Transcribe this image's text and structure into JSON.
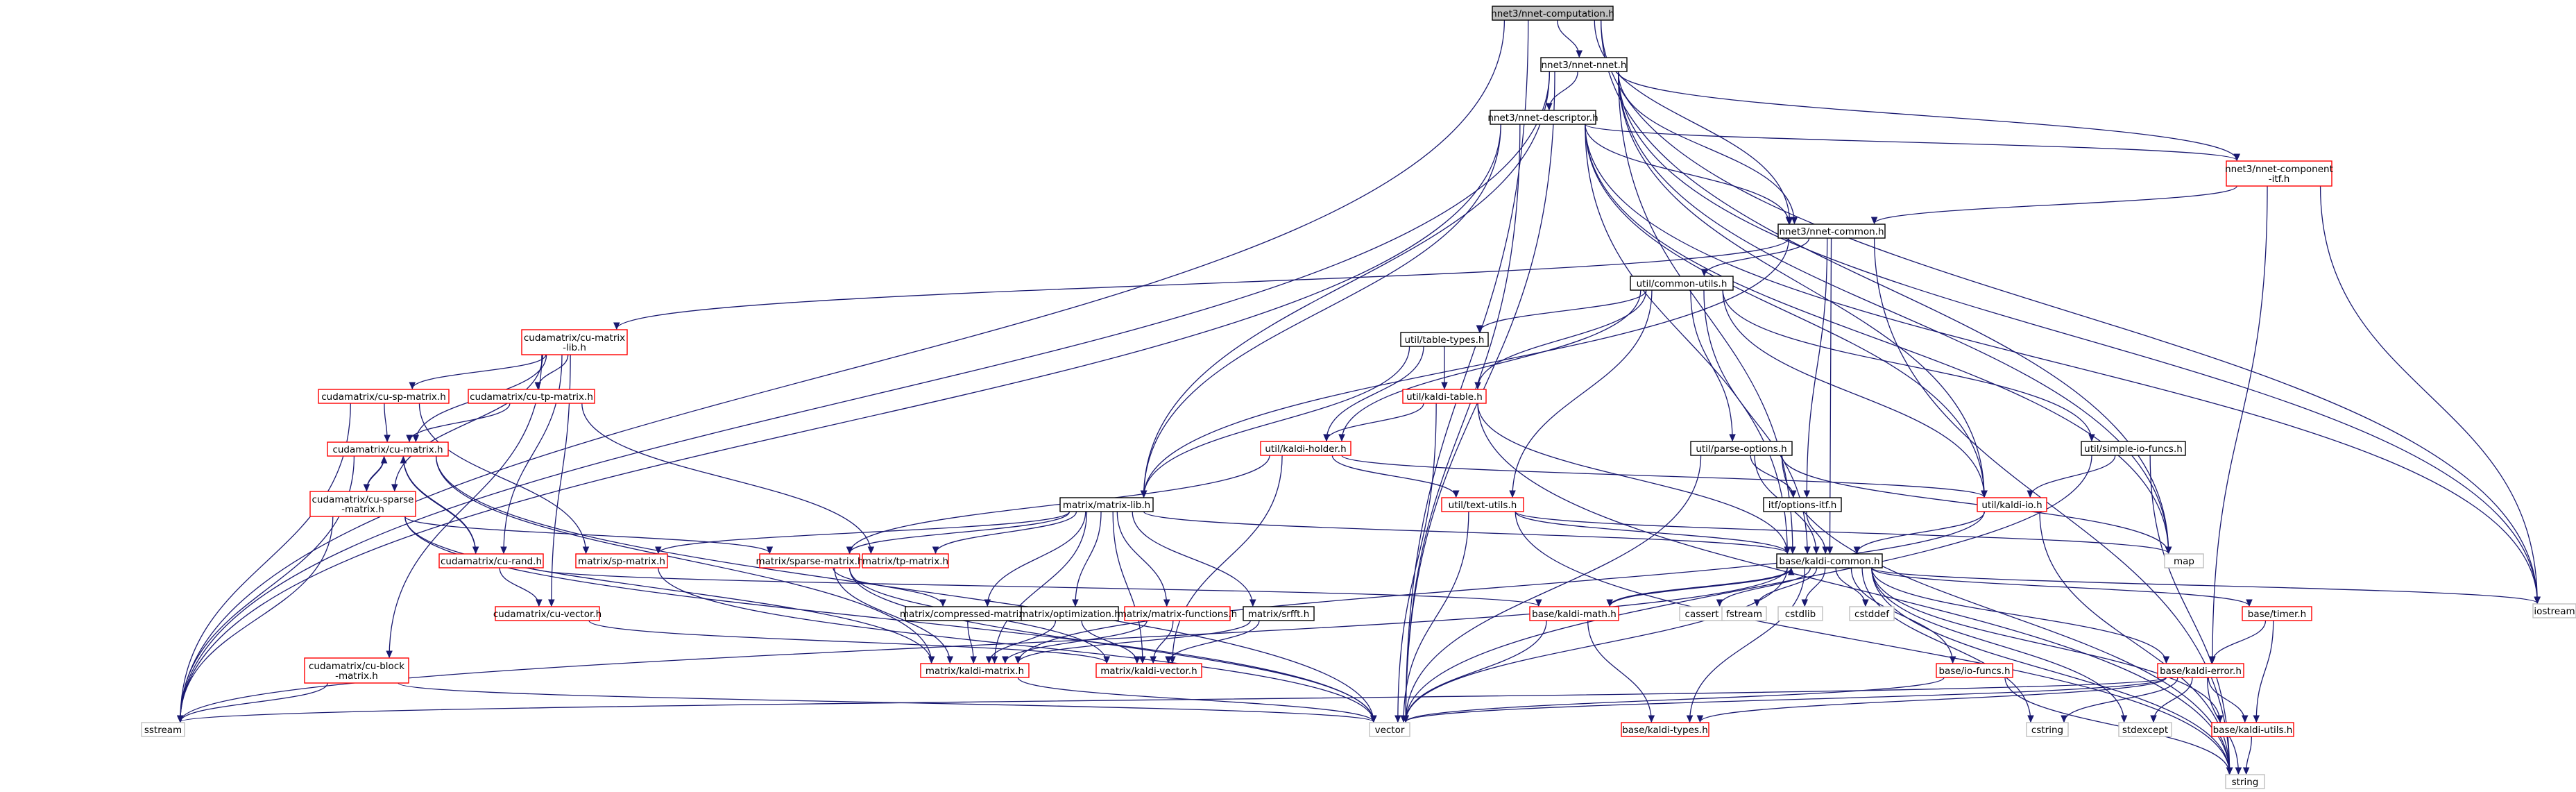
{
  "colors": {
    "edge": "#191970",
    "border_default": "#000000",
    "border_red": "#ff0000",
    "border_gray": "#bfbfbf",
    "fill_root": "#bfbfbf",
    "fill_default": "#ffffff"
  },
  "nodes": [
    {
      "id": "n_comp",
      "style": "root",
      "lines": [
        "nnet3/nnet-computation.h"
      ]
    },
    {
      "id": "n_nnet",
      "style": "black",
      "lines": [
        "nnet3/nnet-nnet.h"
      ]
    },
    {
      "id": "n_desc",
      "style": "black",
      "lines": [
        "nnet3/nnet-descriptor.h"
      ]
    },
    {
      "id": "n_compitf",
      "style": "red",
      "lines": [
        "nnet3/nnet-component",
        "-itf.h"
      ]
    },
    {
      "id": "n_common",
      "style": "black",
      "lines": [
        "nnet3/nnet-common.h"
      ]
    },
    {
      "id": "u_common",
      "style": "black",
      "lines": [
        "util/common-utils.h"
      ]
    },
    {
      "id": "c_culib",
      "style": "red",
      "lines": [
        "cudamatrix/cu-matrix",
        "-lib.h"
      ]
    },
    {
      "id": "u_table",
      "style": "black",
      "lines": [
        "util/table-types.h"
      ]
    },
    {
      "id": "u_ktable",
      "style": "red",
      "lines": [
        "util/kaldi-table.h"
      ]
    },
    {
      "id": "c_cusp",
      "style": "red",
      "lines": [
        "cudamatrix/cu-sp-matrix.h"
      ]
    },
    {
      "id": "c_cutp",
      "style": "red",
      "lines": [
        "cudamatrix/cu-tp-matrix.h"
      ]
    },
    {
      "id": "c_cumat",
      "style": "red",
      "lines": [
        "cudamatrix/cu-matrix.h"
      ]
    },
    {
      "id": "u_holder",
      "style": "red",
      "lines": [
        "util/kaldi-holder.h"
      ]
    },
    {
      "id": "u_parse",
      "style": "black",
      "lines": [
        "util/parse-options.h"
      ]
    },
    {
      "id": "u_simple",
      "style": "black",
      "lines": [
        "util/simple-io-funcs.h"
      ]
    },
    {
      "id": "c_cusparse",
      "style": "red",
      "lines": [
        "cudamatrix/cu-sparse",
        "-matrix.h"
      ]
    },
    {
      "id": "m_lib",
      "style": "black",
      "lines": [
        "matrix/matrix-lib.h"
      ]
    },
    {
      "id": "u_text",
      "style": "red",
      "lines": [
        "util/text-utils.h"
      ]
    },
    {
      "id": "i_opt",
      "style": "black",
      "lines": [
        "itf/options-itf.h"
      ]
    },
    {
      "id": "u_kio",
      "style": "red",
      "lines": [
        "util/kaldi-io.h"
      ]
    },
    {
      "id": "s_map",
      "style": "gray",
      "lines": [
        "map"
      ]
    },
    {
      "id": "c_curand",
      "style": "red",
      "lines": [
        "cudamatrix/cu-rand.h"
      ]
    },
    {
      "id": "m_sp",
      "style": "red",
      "lines": [
        "matrix/sp-matrix.h"
      ]
    },
    {
      "id": "m_sparse",
      "style": "red",
      "lines": [
        "matrix/sparse-matrix.h"
      ]
    },
    {
      "id": "m_tp",
      "style": "red",
      "lines": [
        "matrix/tp-matrix.h"
      ]
    },
    {
      "id": "b_common",
      "style": "black",
      "lines": [
        "base/kaldi-common.h"
      ]
    },
    {
      "id": "s_iostream",
      "style": "gray",
      "lines": [
        "iostream"
      ]
    },
    {
      "id": "c_cuvec",
      "style": "red",
      "lines": [
        "cudamatrix/cu-vector.h"
      ]
    },
    {
      "id": "m_compr",
      "style": "black",
      "lines": [
        "matrix/compressed-matrix.h"
      ]
    },
    {
      "id": "m_optim",
      "style": "black",
      "lines": [
        "matrix/optimization.h"
      ]
    },
    {
      "id": "m_func",
      "style": "red",
      "lines": [
        "matrix/matrix-functions.h"
      ]
    },
    {
      "id": "m_srfft",
      "style": "black",
      "lines": [
        "matrix/srfft.h"
      ]
    },
    {
      "id": "b_math",
      "style": "red",
      "lines": [
        "base/kaldi-math.h"
      ]
    },
    {
      "id": "s_cassert",
      "style": "gray",
      "lines": [
        "cassert"
      ]
    },
    {
      "id": "s_fstream",
      "style": "gray",
      "lines": [
        "fstream"
      ]
    },
    {
      "id": "s_cstdlib",
      "style": "gray",
      "lines": [
        "cstdlib"
      ]
    },
    {
      "id": "s_cstddef",
      "style": "gray",
      "lines": [
        "cstddef"
      ]
    },
    {
      "id": "b_timer",
      "style": "red",
      "lines": [
        "base/timer.h"
      ]
    },
    {
      "id": "c_cublock",
      "style": "red",
      "lines": [
        "cudamatrix/cu-block",
        "-matrix.h"
      ]
    },
    {
      "id": "m_kmat",
      "style": "red",
      "lines": [
        "matrix/kaldi-matrix.h"
      ]
    },
    {
      "id": "m_kvec",
      "style": "red",
      "lines": [
        "matrix/kaldi-vector.h"
      ]
    },
    {
      "id": "b_iofuncs",
      "style": "red",
      "lines": [
        "base/io-funcs.h"
      ]
    },
    {
      "id": "b_error",
      "style": "red",
      "lines": [
        "base/kaldi-error.h"
      ]
    },
    {
      "id": "s_sstream",
      "style": "gray",
      "lines": [
        "sstream"
      ]
    },
    {
      "id": "s_vector",
      "style": "gray",
      "lines": [
        "vector"
      ]
    },
    {
      "id": "b_types",
      "style": "red",
      "lines": [
        "base/kaldi-types.h"
      ]
    },
    {
      "id": "s_cstring",
      "style": "gray",
      "lines": [
        "cstring"
      ]
    },
    {
      "id": "s_stdexcept",
      "style": "gray",
      "lines": [
        "stdexcept"
      ]
    },
    {
      "id": "b_utils",
      "style": "red",
      "lines": [
        "base/kaldi-utils.h"
      ]
    },
    {
      "id": "s_string",
      "style": "gray",
      "lines": [
        "string"
      ]
    }
  ],
  "edges": [
    [
      "n_comp",
      "n_nnet"
    ],
    [
      "n_comp",
      "n_common"
    ],
    [
      "n_comp",
      "s_iostream"
    ],
    [
      "n_comp",
      "s_sstream"
    ],
    [
      "n_comp",
      "s_vector"
    ],
    [
      "n_comp",
      "s_map"
    ],
    [
      "n_nnet",
      "n_desc"
    ],
    [
      "n_nnet",
      "n_compitf"
    ],
    [
      "n_nnet",
      "n_common"
    ],
    [
      "n_nnet",
      "m_lib"
    ],
    [
      "n_nnet",
      "b_common"
    ],
    [
      "n_nnet",
      "u_kio"
    ],
    [
      "n_nnet",
      "s_map"
    ],
    [
      "n_nnet",
      "s_iostream"
    ],
    [
      "n_nnet",
      "s_sstream"
    ],
    [
      "n_nnet",
      "s_vector"
    ],
    [
      "n_desc",
      "n_compitf"
    ],
    [
      "n_desc",
      "n_common"
    ],
    [
      "n_desc",
      "m_lib"
    ],
    [
      "n_desc",
      "b_common"
    ],
    [
      "n_desc",
      "u_kio"
    ],
    [
      "n_desc",
      "s_map"
    ],
    [
      "n_desc",
      "s_iostream"
    ],
    [
      "n_desc",
      "s_sstream"
    ],
    [
      "n_desc",
      "s_vector"
    ],
    [
      "n_compitf",
      "n_common"
    ],
    [
      "n_compitf",
      "b_error"
    ],
    [
      "n_compitf",
      "s_iostream"
    ],
    [
      "n_common",
      "u_common"
    ],
    [
      "n_common",
      "c_culib"
    ],
    [
      "n_common",
      "m_lib"
    ],
    [
      "n_common",
      "b_common"
    ],
    [
      "n_common",
      "i_opt"
    ],
    [
      "n_common",
      "s_string"
    ],
    [
      "u_common",
      "u_table"
    ],
    [
      "u_common",
      "u_ktable"
    ],
    [
      "u_common",
      "u_holder"
    ],
    [
      "u_common",
      "u_parse"
    ],
    [
      "u_common",
      "u_simple"
    ],
    [
      "u_common",
      "u_text"
    ],
    [
      "u_common",
      "u_kio"
    ],
    [
      "u_common",
      "b_common"
    ],
    [
      "c_culib",
      "c_cusp"
    ],
    [
      "c_culib",
      "c_cutp"
    ],
    [
      "c_culib",
      "c_cumat"
    ],
    [
      "c_culib",
      "c_cusparse"
    ],
    [
      "c_culib",
      "c_curand"
    ],
    [
      "c_culib",
      "c_cuvec"
    ],
    [
      "c_culib",
      "c_cublock"
    ],
    [
      "u_table",
      "u_ktable"
    ],
    [
      "u_table",
      "u_holder"
    ],
    [
      "u_table",
      "m_lib"
    ],
    [
      "u_ktable",
      "u_holder"
    ],
    [
      "u_ktable",
      "b_common"
    ],
    [
      "u_ktable",
      "s_vector"
    ],
    [
      "u_ktable",
      "s_string"
    ],
    [
      "c_cusp",
      "c_cumat"
    ],
    [
      "c_cusp",
      "m_sp"
    ],
    [
      "c_cusp",
      "s_sstream"
    ],
    [
      "c_cutp",
      "c_cumat"
    ],
    [
      "c_cutp",
      "m_tp"
    ],
    [
      "c_cumat",
      "c_cusparse"
    ],
    [
      "c_cumat",
      "c_curand"
    ],
    [
      "c_cumat",
      "m_kmat"
    ],
    [
      "c_cumat",
      "s_sstream"
    ],
    [
      "c_cumat",
      "s_vector"
    ],
    [
      "u_holder",
      "u_text"
    ],
    [
      "u_holder",
      "u_kio"
    ],
    [
      "u_holder",
      "m_sparse"
    ],
    [
      "u_holder",
      "m_kvec"
    ],
    [
      "u_parse",
      "i_opt"
    ],
    [
      "u_parse",
      "b_common"
    ],
    [
      "u_parse",
      "s_map"
    ],
    [
      "u_parse",
      "s_vector"
    ],
    [
      "u_parse",
      "s_string"
    ],
    [
      "u_simple",
      "u_kio"
    ],
    [
      "u_simple",
      "s_vector"
    ],
    [
      "u_simple",
      "s_string"
    ],
    [
      "c_cusparse",
      "c_cumat"
    ],
    [
      "c_cusparse",
      "m_sparse"
    ],
    [
      "c_cusparse",
      "m_kmat"
    ],
    [
      "c_cusparse",
      "s_sstream"
    ],
    [
      "c_cusparse",
      "s_vector"
    ],
    [
      "m_lib",
      "m_sp"
    ],
    [
      "m_lib",
      "m_sparse"
    ],
    [
      "m_lib",
      "m_tp"
    ],
    [
      "m_lib",
      "m_compr"
    ],
    [
      "m_lib",
      "m_optim"
    ],
    [
      "m_lib",
      "m_func"
    ],
    [
      "m_lib",
      "m_srfft"
    ],
    [
      "m_lib",
      "m_kmat"
    ],
    [
      "m_lib",
      "m_kvec"
    ],
    [
      "m_lib",
      "b_common"
    ],
    [
      "u_text",
      "b_common"
    ],
    [
      "u_text",
      "s_map"
    ],
    [
      "u_text",
      "s_vector"
    ],
    [
      "u_text",
      "s_string"
    ],
    [
      "i_opt",
      "b_common"
    ],
    [
      "u_kio",
      "b_common"
    ],
    [
      "u_kio",
      "m_kmat"
    ],
    [
      "u_kio",
      "s_string"
    ],
    [
      "c_curand",
      "c_cumat"
    ],
    [
      "c_curand",
      "c_cuvec"
    ],
    [
      "c_curand",
      "b_math"
    ],
    [
      "m_sp",
      "s_vector"
    ],
    [
      "m_sparse",
      "m_compr"
    ],
    [
      "m_sparse",
      "m_kmat"
    ],
    [
      "m_sparse",
      "m_kvec"
    ],
    [
      "m_sparse",
      "s_vector"
    ],
    [
      "b_common",
      "b_math"
    ],
    [
      "b_common",
      "s_cassert"
    ],
    [
      "b_common",
      "s_fstream"
    ],
    [
      "b_common",
      "s_cstdlib"
    ],
    [
      "b_common",
      "s_cstddef"
    ],
    [
      "b_common",
      "b_timer"
    ],
    [
      "b_common",
      "b_iofuncs"
    ],
    [
      "b_common",
      "b_error"
    ],
    [
      "b_common",
      "s_sstream"
    ],
    [
      "b_common",
      "s_vector"
    ],
    [
      "b_common",
      "b_types"
    ],
    [
      "b_common",
      "s_cstring"
    ],
    [
      "b_common",
      "s_stdexcept"
    ],
    [
      "b_common",
      "b_utils"
    ],
    [
      "b_common",
      "s_string"
    ],
    [
      "b_common",
      "s_iostream"
    ],
    [
      "c_cuvec",
      "m_kvec"
    ],
    [
      "m_compr",
      "m_kmat"
    ],
    [
      "m_optim",
      "m_kmat"
    ],
    [
      "m_optim",
      "m_kvec"
    ],
    [
      "m_func",
      "m_kmat"
    ],
    [
      "m_func",
      "m_kvec"
    ],
    [
      "m_srfft",
      "m_kmat"
    ],
    [
      "m_srfft",
      "m_kvec"
    ],
    [
      "b_math",
      "b_common"
    ],
    [
      "b_math",
      "b_types"
    ],
    [
      "b_math",
      "s_vector"
    ],
    [
      "b_timer",
      "b_error"
    ],
    [
      "b_timer",
      "b_utils"
    ],
    [
      "c_cublock",
      "s_sstream"
    ],
    [
      "c_cublock",
      "s_vector"
    ],
    [
      "m_kmat",
      "s_vector"
    ],
    [
      "b_iofuncs",
      "s_vector"
    ],
    [
      "b_iofuncs",
      "s_string"
    ],
    [
      "b_error",
      "s_sstream"
    ],
    [
      "b_error",
      "s_vector"
    ],
    [
      "b_error",
      "b_types"
    ],
    [
      "b_error",
      "s_cstring"
    ],
    [
      "b_error",
      "s_stdexcept"
    ],
    [
      "b_error",
      "b_utils"
    ],
    [
      "b_error",
      "s_string"
    ],
    [
      "b_utils",
      "s_string"
    ]
  ]
}
